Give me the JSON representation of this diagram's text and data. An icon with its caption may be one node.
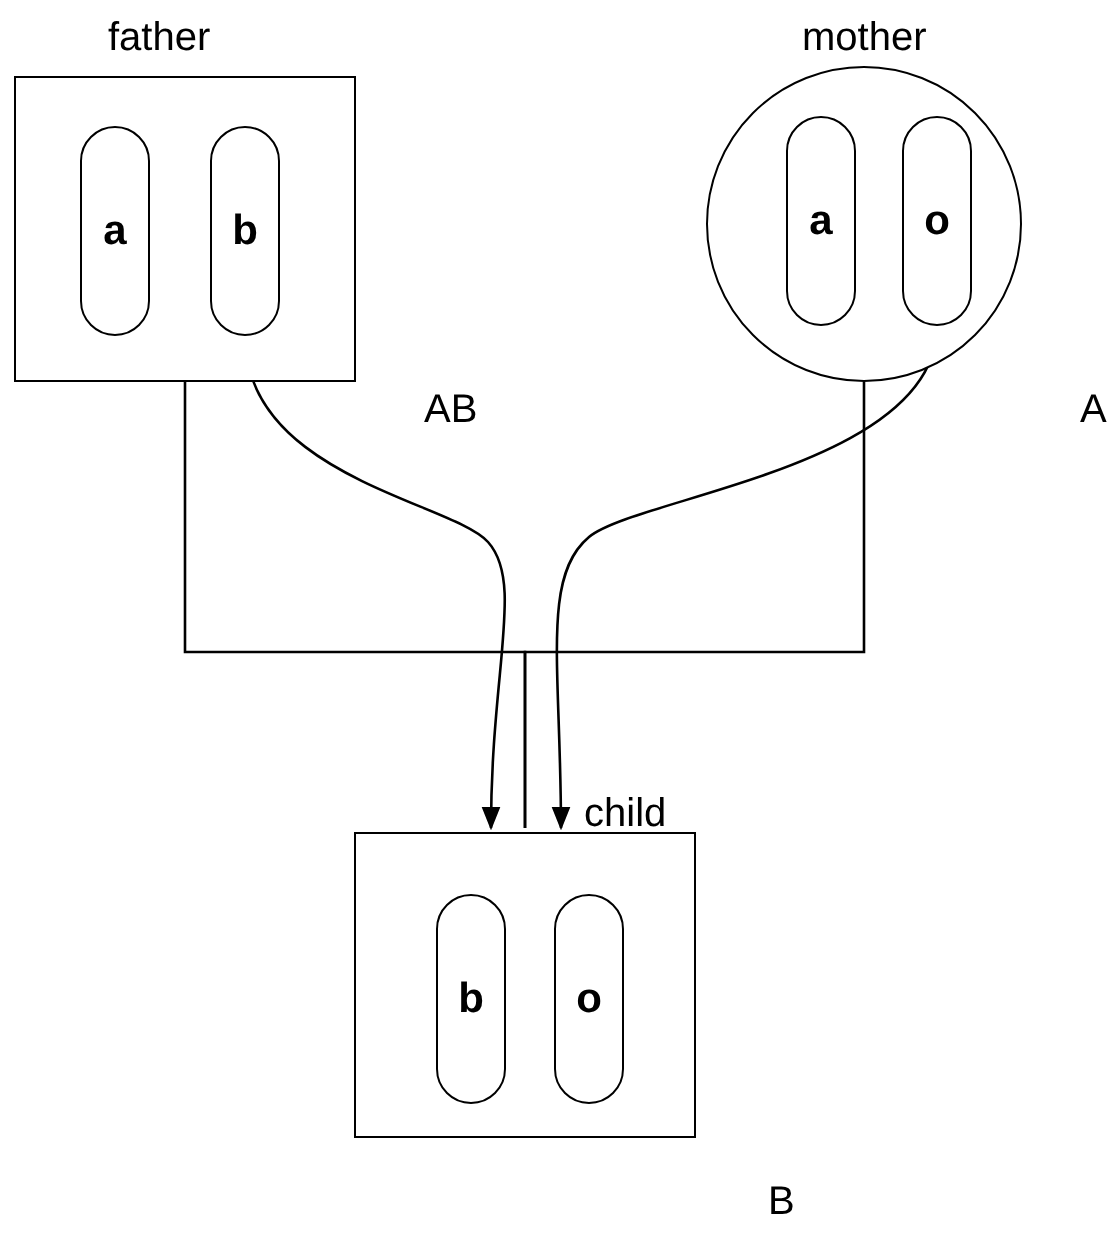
{
  "diagram": {
    "nodes": [
      {
        "text": [
          "father"
        ],
        "beside": [
          "AB"
        ]
      },
      {
        "text": [
          "a"
        ],
        "in": 0
      },
      {
        "text": [
          "b"
        ],
        "in": 0
      },
      {
        "text": [
          "mother"
        ],
        "beside": [
          "A"
        ]
      },
      {
        "text": [
          "a"
        ],
        "in": 3
      },
      {
        "text": [
          "o"
        ],
        "in": 3
      },
      {
        "text": [
          "child"
        ],
        "beside": [
          "B"
        ]
      },
      {
        "text": [
          "b"
        ],
        "in": 6
      },
      {
        "text": [
          "o"
        ],
        "in": 6
      }
    ],
    "edges": [
      {
        "from": 0,
        "to": 6,
        "arrow": "none"
      },
      {
        "from": 3,
        "to": 6,
        "arrow": "none"
      },
      {
        "from": 2,
        "to": 6,
        "arrow": "to"
      },
      {
        "from": 5,
        "to": 6,
        "arrow": "to"
      }
    ]
  }
}
